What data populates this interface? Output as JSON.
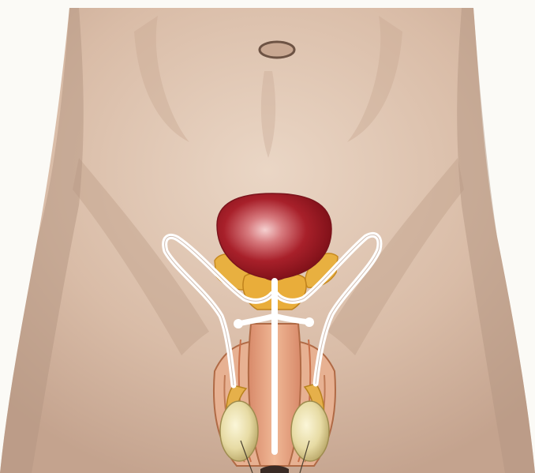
{
  "figure": {
    "subject": "male-pelvic-anatomy",
    "colors": {
      "background": "#fbfaf6",
      "skin_light": "#e4cbb8",
      "skin_mid": "#d6b8a3",
      "skin_shadow": "#b59784",
      "bladder": "#a8202a",
      "bladder_highlight": "#f0c0c0",
      "gland": "#e8b040",
      "gland_dark": "#c88a20",
      "urethra_tract": "#ffffff",
      "testis": "#e9dfb0",
      "scrotum_tissue": "#e9b08f",
      "outline": "#a0522d"
    },
    "parts": [
      "navel",
      "bladder",
      "seminal-vesicle-left",
      "seminal-vesicle-right",
      "prostate",
      "vas-deferens-left",
      "vas-deferens-right",
      "urethra",
      "penis-shaft",
      "scrotum",
      "testis-left",
      "testis-right",
      "epididymis-left",
      "epididymis-right"
    ]
  }
}
